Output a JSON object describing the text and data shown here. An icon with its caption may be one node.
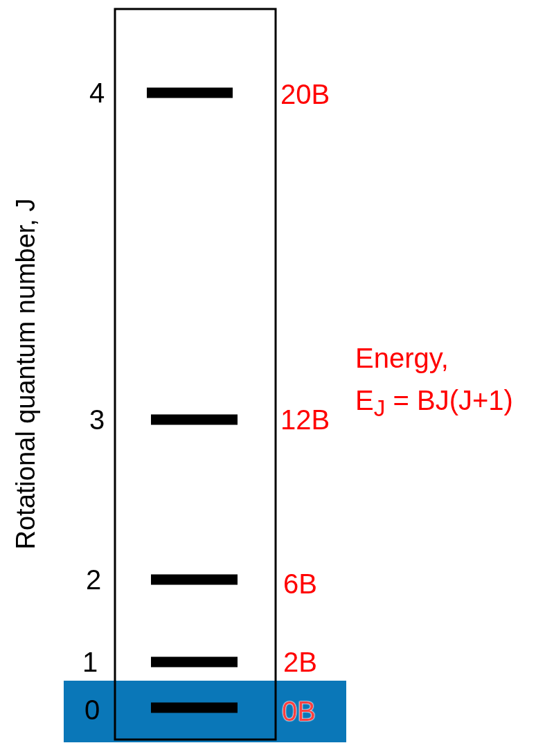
{
  "diagram": {
    "labels": [
      "Rotational quantum number, J",
      "4",
      "20B",
      "Energy,",
      "E$_{J}$ = BJ(J+1)",
      "3",
      "12B",
      "2",
      "6B",
      "1",
      "2B",
      "0",
      "0B"
    ]
  }
}
